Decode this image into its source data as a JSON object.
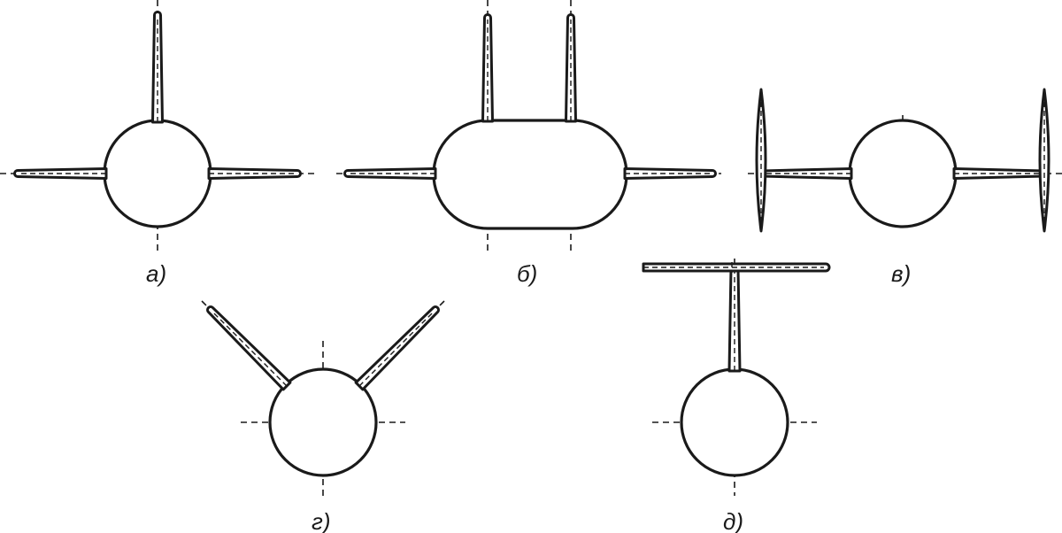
{
  "figure": {
    "labels": [
      "а)",
      "б)",
      "в)",
      "г)",
      "д)"
    ],
    "colors": {
      "line": "#1a1a1a",
      "background": "#ffffff"
    }
  }
}
